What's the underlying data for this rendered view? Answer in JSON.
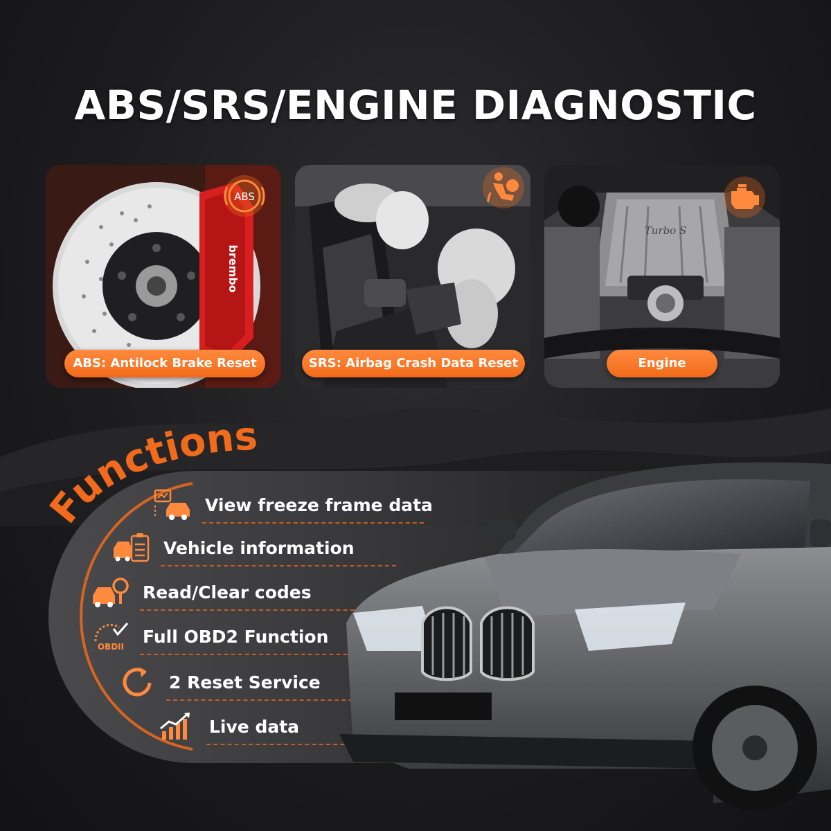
{
  "title": "ABS/SRS/ENGINE DIAGNOSTIC",
  "cards": [
    {
      "label": "ABS: Antilock Brake Reset",
      "badge_text": "ABS",
      "caliper_text": "brembo"
    },
    {
      "label": "SRS: Airbag Crash Data Reset"
    },
    {
      "label": "Engine",
      "engine_text": "Turbo S"
    }
  ],
  "functions_heading": "Functions",
  "features": [
    {
      "label": "View freeze frame data",
      "icon": "freeze-frame-car-icon"
    },
    {
      "label": "Vehicle information",
      "icon": "vehicle-info-clipboard-icon"
    },
    {
      "label": "Read/Clear codes",
      "icon": "car-magnifier-icon"
    },
    {
      "label": "Full OBD2 Function",
      "icon": "obd2-gauge-icon",
      "icon_text": "OBDII"
    },
    {
      "label": "2 Reset Service",
      "icon": "reset-circle-icon"
    },
    {
      "label": "Live data",
      "icon": "live-data-chart-icon"
    }
  ],
  "colors": {
    "accent": "#f26a1b",
    "accent_light": "#ff8a3d",
    "background": "#1c1c1e",
    "text": "#ffffff"
  }
}
